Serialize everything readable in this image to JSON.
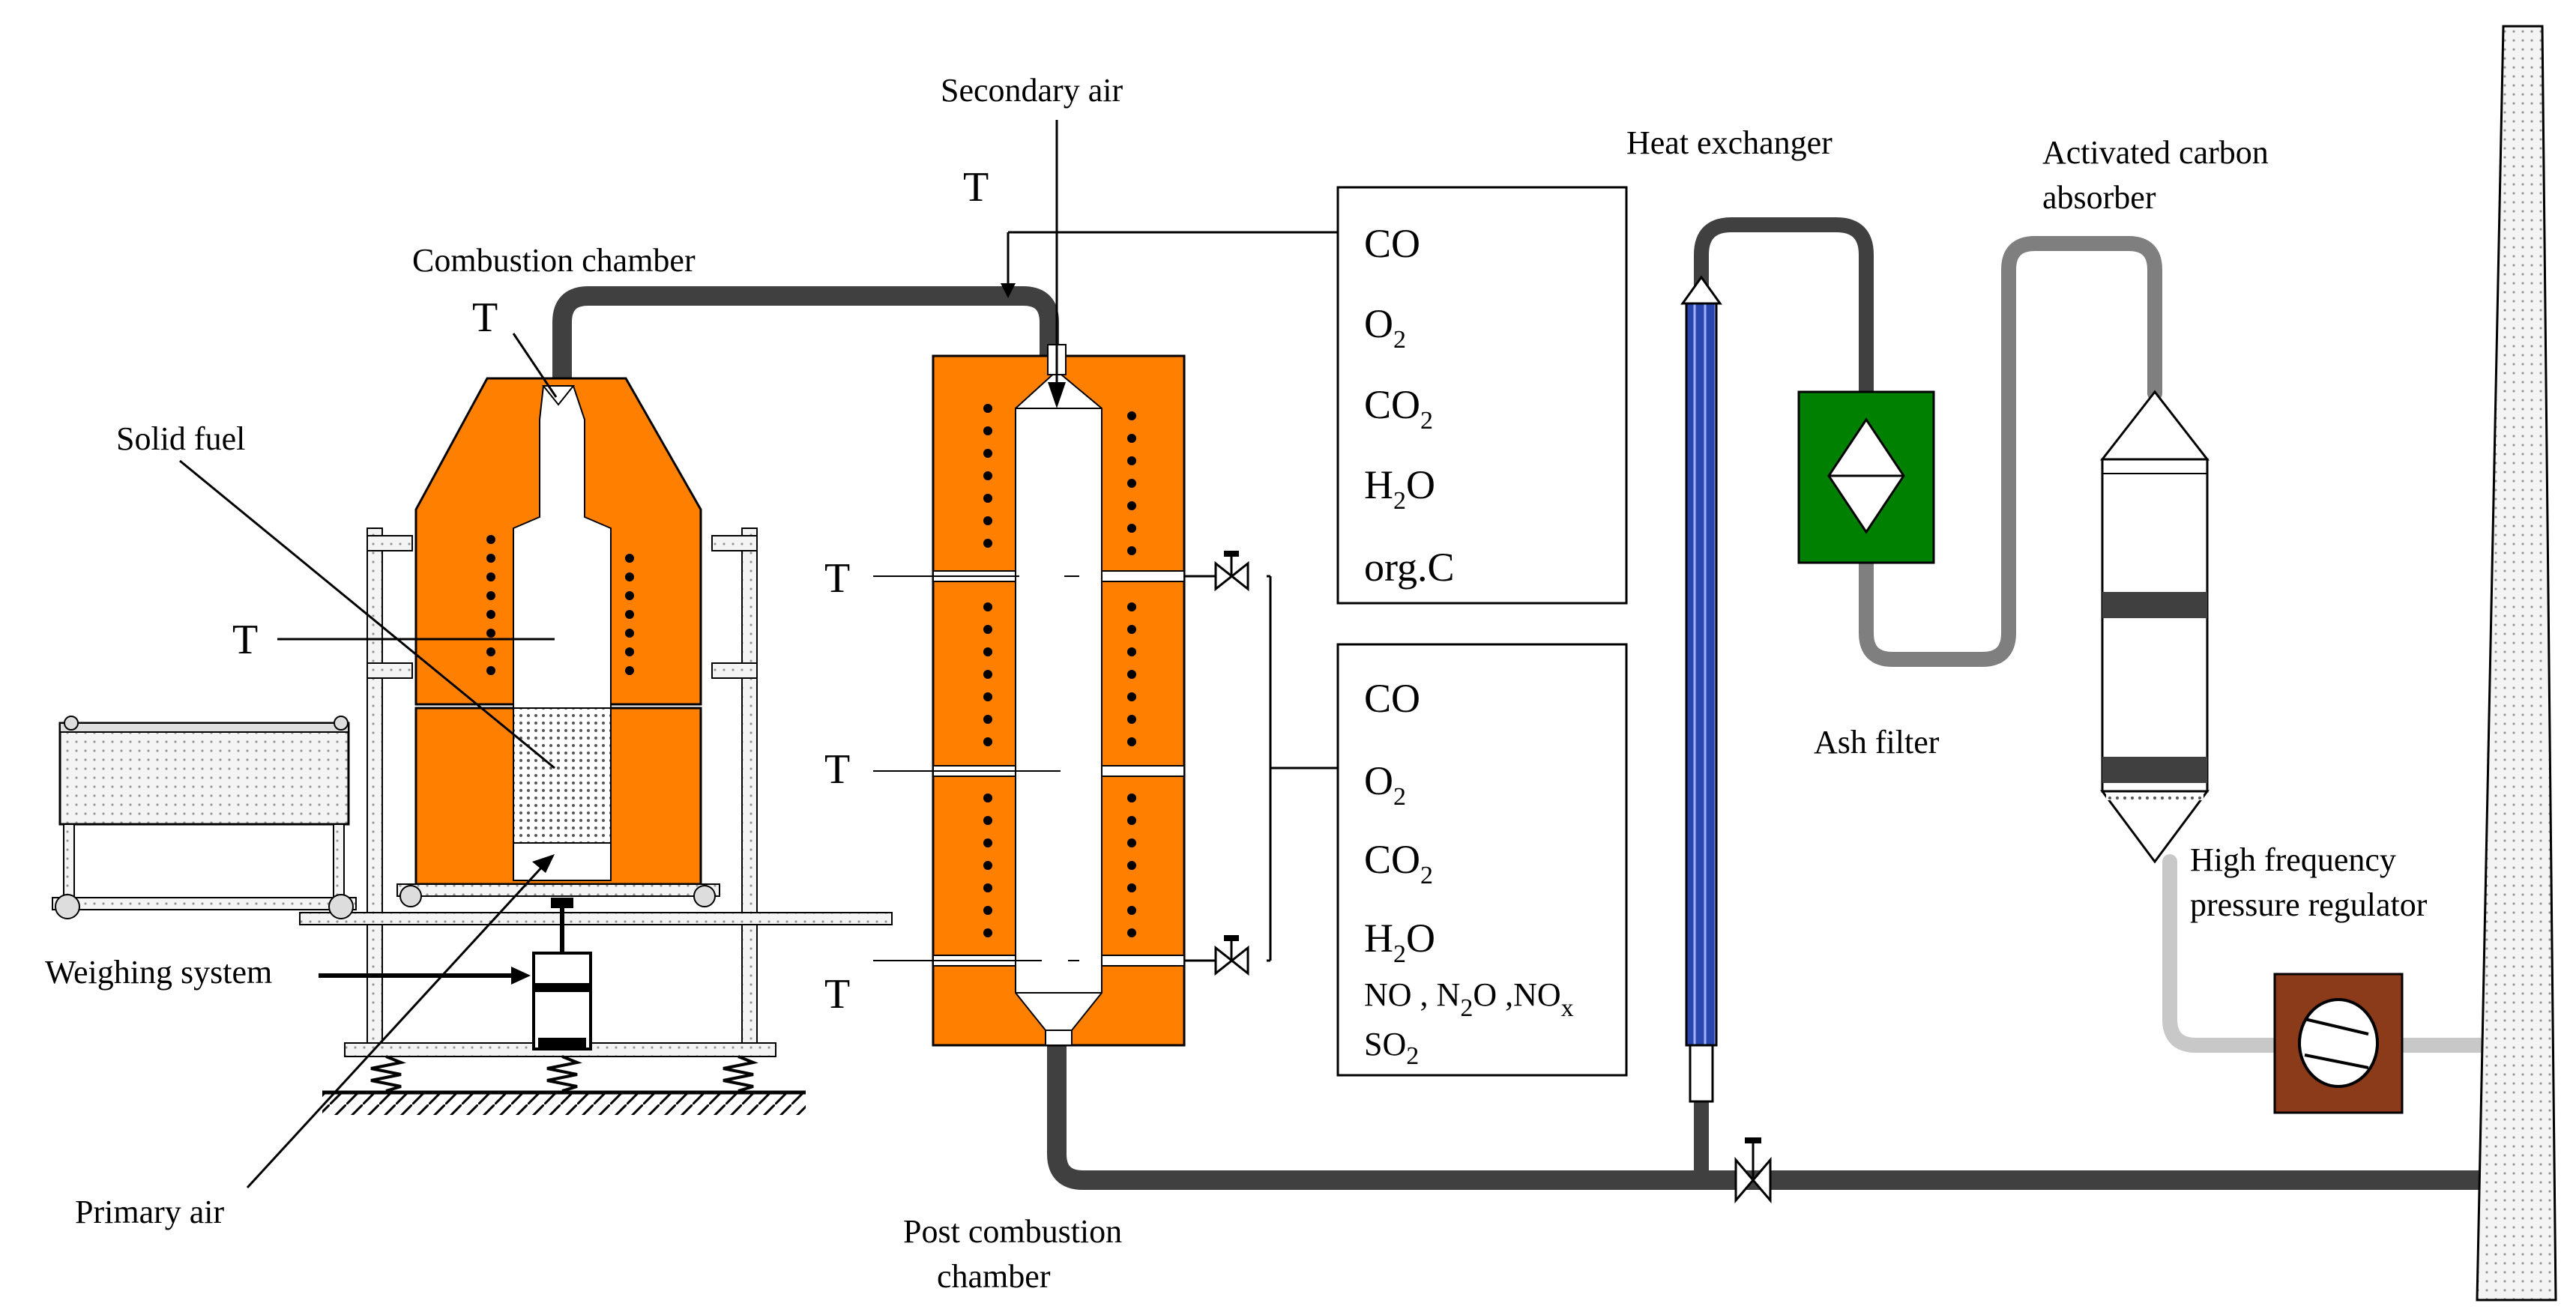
{
  "labels": {
    "secondary_air": "Secondary air",
    "combustion_chamber": "Combustion chamber",
    "solid_fuel": "Solid fuel",
    "weighing_system": "Weighing system",
    "primary_air": "Primary air",
    "post_combustion_line1": "Post combustion",
    "post_combustion_line2": "chamber",
    "heat_exchanger": "Heat exchanger",
    "activated_carbon_line1": "Activated carbon",
    "activated_carbon_line2": "absorber",
    "ash_filter": "Ash filter",
    "hf_regulator_line1": "High frequency",
    "hf_regulator_line2": "pressure regulator"
  },
  "temperature_marker": "T",
  "analyzer_1": {
    "co": "CO",
    "o2": "O",
    "o2_sub": "2",
    "co2": "CO",
    "co2_sub": "2",
    "h2o_h": "H",
    "h2o_sub": "2",
    "h2o_o": "O",
    "orgc": "org.C"
  },
  "analyzer_2": {
    "co": "CO",
    "o2": "O",
    "o2_sub": "2",
    "co2": "CO",
    "co2_sub": "2",
    "h2o_h": "H",
    "h2o_sub": "2",
    "h2o_o": "O",
    "no": "NO , N",
    "n2o_sub": "2",
    "n2o_o": "O ,NO",
    "nox_sub": "x",
    "so": "SO",
    "so2_sub": "2"
  },
  "colors": {
    "furnace_orange": "#ff8000",
    "pipe_dark": "#404040",
    "pipe_mid": "#7f7f7f",
    "pipe_light": "#c8c8c8",
    "filter_green": "#008000",
    "regulator_brown": "#8b3a1a",
    "exchanger_blue": "#1f3a9a"
  }
}
